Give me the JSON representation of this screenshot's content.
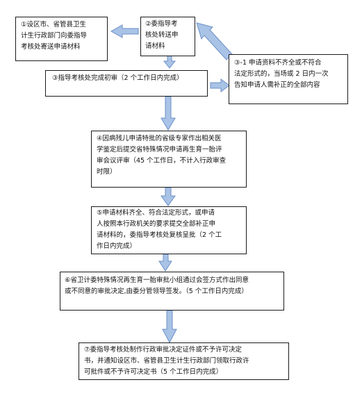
{
  "steps": {
    "step1": "①设区市、省管县卫生\n计生行政部门向委指导\n考核处寄送申请材料",
    "step2": "②委指导考\n核处转送申\n请材料",
    "step3": "③指导考核处完成初审（2 个工作日内完成）",
    "step3_1": "③-1 申请资料不齐全或不符合\n法定形式的，当场或 2 日内一次\n告知申请人需补正的全部内容",
    "step4": "④因病残儿申请特批的省级专家作出相关医\n学鉴定后提交省特殊情况申请再生育一胎评\n审会议评审（45 个工作日，不计入行政审查\n时限）",
    "step5": "⑤申请材料齐全、符合法定形式，或申请\n人按照本行政机关的要求提交全部补正申\n请材料的，委指导考核处复核呈批（2 个工\n作日内完成）",
    "step6": "⑥省卫计委特殊情况再生育一胎审批小组通过会签方式作出同意\n或不同意的审批决定,由委分管领导签发。（5 个工作日内完成）",
    "step7": "⑦委指导考核处制作行政审批决定证件或不予许可决定\n书，并通知设区市、省管县卫生计生行政部门领取行政许\n可批件或不予许可决定书（5 个工作日内完成）"
  },
  "colors": {
    "arrow_fill": "#a9c3e6",
    "arrow_stroke": "#6b8fc7",
    "box_border": "#1a1a1a"
  }
}
